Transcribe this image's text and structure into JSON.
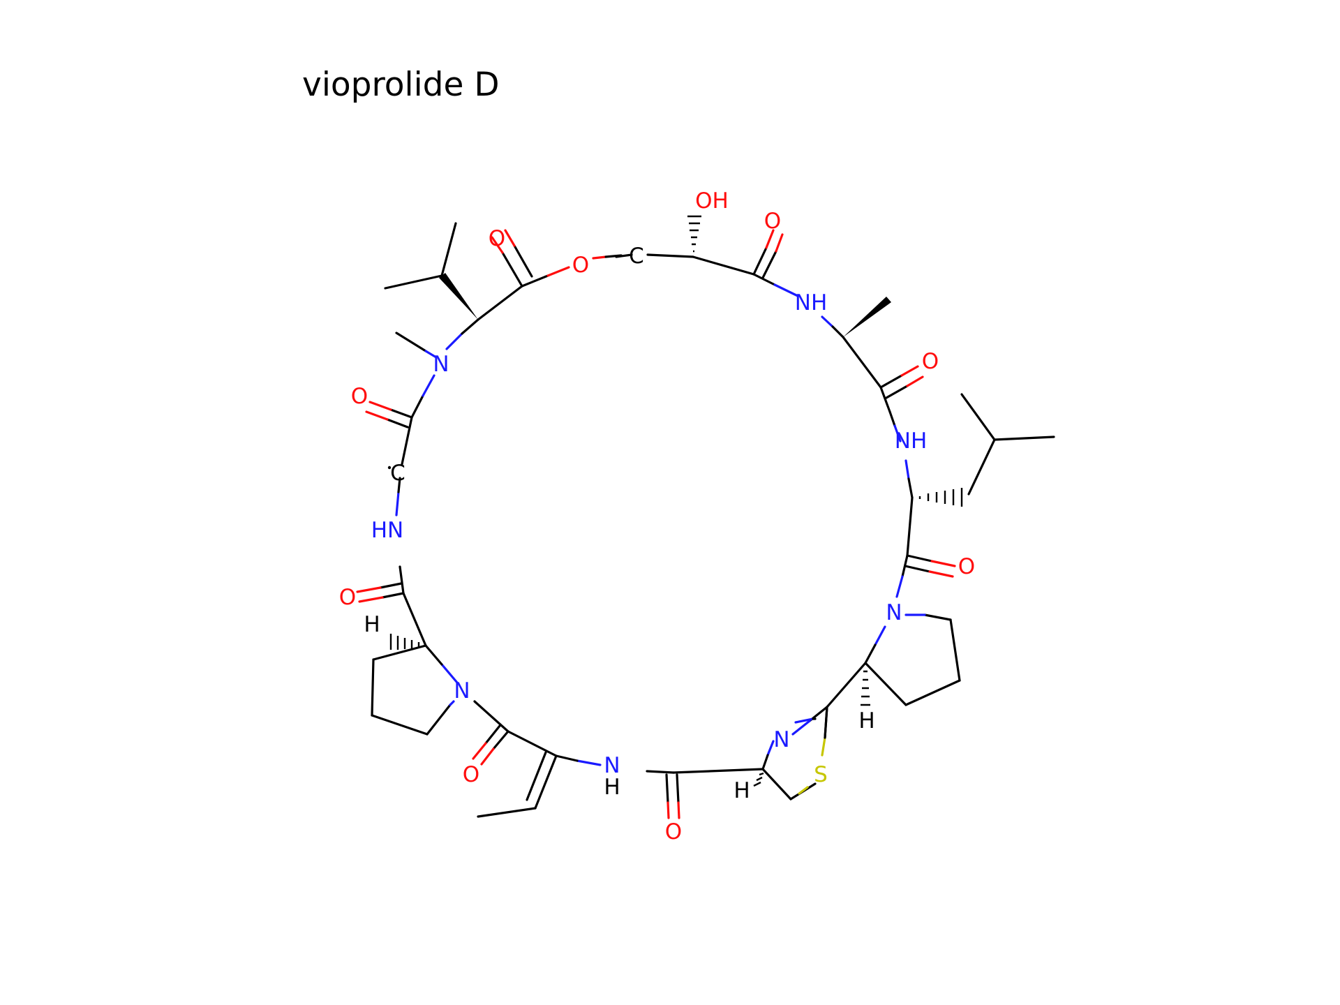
{
  "title": "vioprolide D",
  "colors": {
    "bond": "#000000",
    "O": "#ff0d0d",
    "N": "#1a1aff",
    "S": "#c6c600",
    "C": "#000000",
    "H": "#000000"
  },
  "atoms": [
    {
      "id": "oh",
      "text": "OH",
      "el": "O"
    },
    {
      "id": "o-ester-carbonyl",
      "text": "O",
      "el": "O"
    },
    {
      "id": "o-ester",
      "text": "O",
      "el": "O"
    },
    {
      "id": "c-radical-top",
      "text": "C",
      "el": "C"
    },
    {
      "id": "o-top-right",
      "text": "O",
      "el": "O"
    },
    {
      "id": "nh-top-right",
      "text": "NH",
      "el": "N"
    },
    {
      "id": "o-ala",
      "text": "O",
      "el": "O"
    },
    {
      "id": "nh-right",
      "text": "NH",
      "el": "N"
    },
    {
      "id": "o-leu",
      "text": "O",
      "el": "O"
    },
    {
      "id": "n-pro-right",
      "text": "N",
      "el": "N"
    },
    {
      "id": "h-pro-right",
      "text": "H",
      "el": "H"
    },
    {
      "id": "n-methyl",
      "text": "N",
      "el": "N"
    },
    {
      "id": "o-left-upper",
      "text": "O",
      "el": "O"
    },
    {
      "id": "c-radical-left",
      "text": "C",
      "el": "C"
    },
    {
      "id": "hn-left",
      "text": "HN",
      "el": "N"
    },
    {
      "id": "o-left-lower",
      "text": "O",
      "el": "O"
    },
    {
      "id": "h-pro-left",
      "text": "H",
      "el": "H"
    },
    {
      "id": "n-pro-left",
      "text": "N",
      "el": "N"
    },
    {
      "id": "o-bottom-left",
      "text": "O",
      "el": "O"
    },
    {
      "id": "nh-bottom",
      "text": "N",
      "el": "N"
    },
    {
      "id": "nh-bottom-h",
      "text": "H",
      "el": "H"
    },
    {
      "id": "o-bottom",
      "text": "O",
      "el": "O"
    },
    {
      "id": "n-thiazoline",
      "text": "N",
      "el": "N"
    },
    {
      "id": "h-thiazoline",
      "text": "H",
      "el": "H"
    },
    {
      "id": "s-thiazoline",
      "text": "S",
      "el": "S"
    }
  ]
}
